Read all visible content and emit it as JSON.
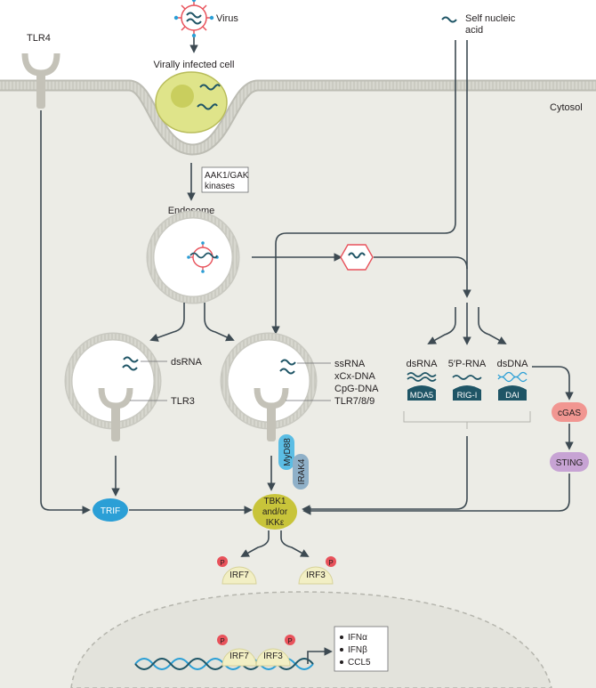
{
  "labels": {
    "virus": "Virus",
    "infected_cell": "Virally infected cell",
    "self_nucleic_acid_line1": "Self nucleic",
    "self_nucleic_acid_line2": "acid",
    "tlr4": "TLR4",
    "cytosol": "Cytosol",
    "kinases_line1": "AAK1/GAK",
    "kinases_line2": "kinases",
    "endosome": "Endosome",
    "dsrna_left": "dsRNA",
    "tlr3": "TLR3",
    "ssrna": "ssRNA",
    "xcx_dna": "xCx-DNA",
    "cpg_dna": "CpG-DNA",
    "tlr789": "TLR7/8/9",
    "dsrna_sensor": "dsRNA",
    "rna5p": "5′P-RNA",
    "dsdna": "dsDNA",
    "mda5": "MDA5",
    "rigi": "RIG-I",
    "dai": "DAI",
    "cgas": "cGAS",
    "sting": "STING",
    "myd88": "MyD88",
    "irak4": "IRAK4",
    "trif": "TRIF",
    "tbk1_line1": "TBK1",
    "tbk1_line2": "and/or",
    "tbk1_line3": "IKKε",
    "irf7": "IRF7",
    "irf3": "IRF3",
    "p": "P",
    "irf7_nuc": "IRF7",
    "irf3_nuc": "IRF3",
    "genes": [
      "IFNα",
      "IFNβ",
      "CCL5"
    ]
  },
  "colors": {
    "membrane": "#c9c9c1",
    "cytosol": "#ecece6",
    "nucleus": "#e3e3dc",
    "infected_cell": "#dfe48a",
    "nucleic_acid": "#1f5566",
    "sensor": "#1f5566",
    "trif": "#2b9fd6",
    "tbk1": "#c8c43a",
    "irf": "#f2efc4",
    "phospho": "#e8525b",
    "cgas": "#f19691",
    "sting": "#c7a3d4",
    "myd88": "#5bbde4",
    "irak4": "#8fb0c8",
    "receptor": "#c4c2b8"
  },
  "icons": [
    "virus-icon",
    "self-nucleic-acid-icon",
    "released-nucleic-acid-icon",
    "dna-helix-icon"
  ]
}
